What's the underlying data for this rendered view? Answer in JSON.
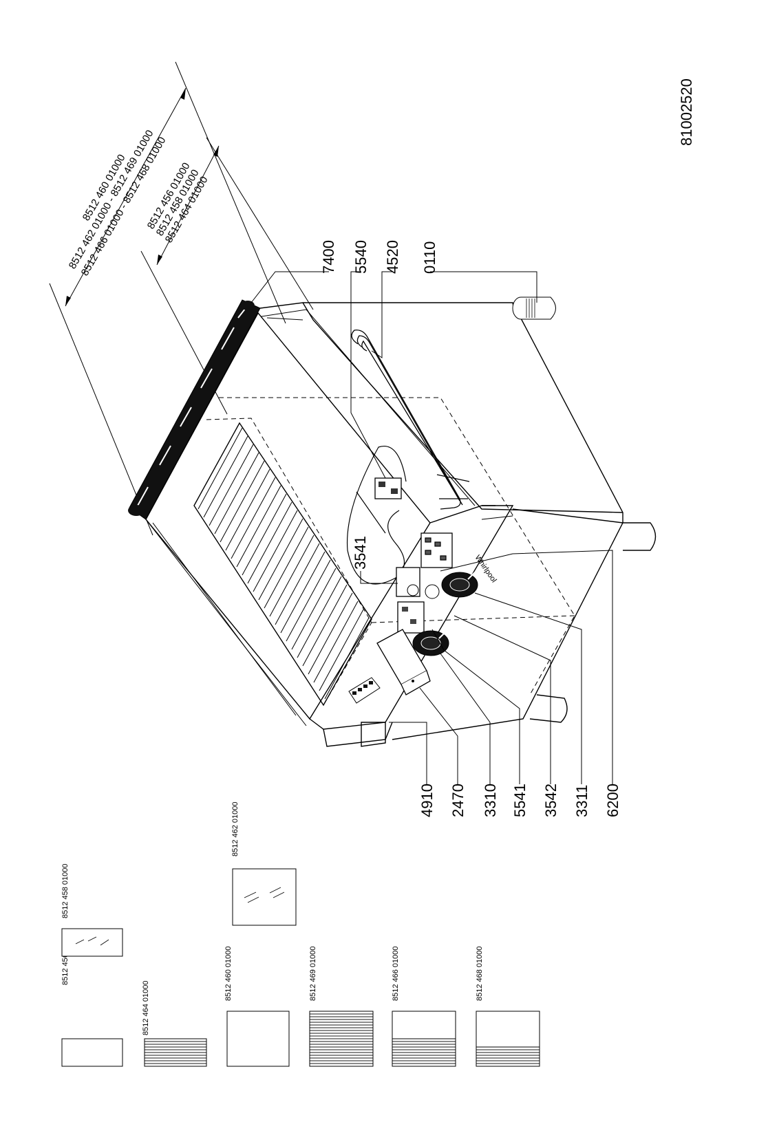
{
  "document_number": "81002520",
  "part_labels": [
    "7400",
    "5540",
    "4520",
    "0110",
    "3541",
    "4910",
    "2470",
    "3310",
    "5541",
    "3542",
    "3311",
    "6200"
  ],
  "dimension_groups": {
    "outer": [
      "8512 460 01000",
      "8512 462 01000 - 8512 469 01000",
      "8512 466 01000 - 8512 468 01000"
    ],
    "inner": [
      "8512 456 01000",
      "8512 458 01000",
      "8512 464 01000"
    ]
  },
  "variants": [
    "8512 456 01000",
    "8512 458 01000",
    "8512 464 01000",
    "8512 460 01000",
    "8512 462 01000",
    "8512 469 01000",
    "8512 466 01000",
    "8512 468 01000"
  ]
}
